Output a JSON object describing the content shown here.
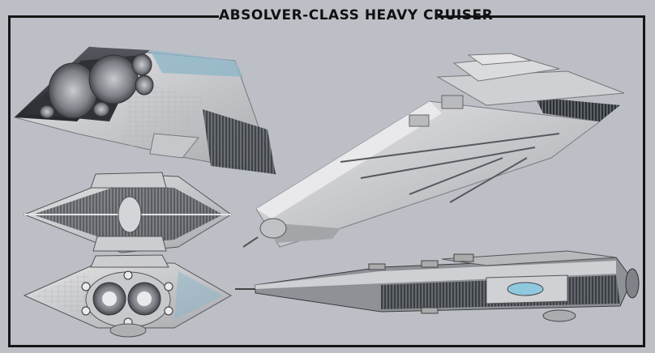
{
  "title": "ABSOLVER-CLASS HEAVY CRUISER",
  "colors": {
    "background": "#bcbfc6",
    "frame": "#151515",
    "hull_light": "#d6d6d8",
    "hull_mid": "#a9abaf",
    "hull_dark": "#3a3d42",
    "hangar_blue": "#8fb6c9"
  },
  "views": [
    "rear-engine-view",
    "perspective-view",
    "top-view",
    "bottom-view",
    "side-view"
  ]
}
